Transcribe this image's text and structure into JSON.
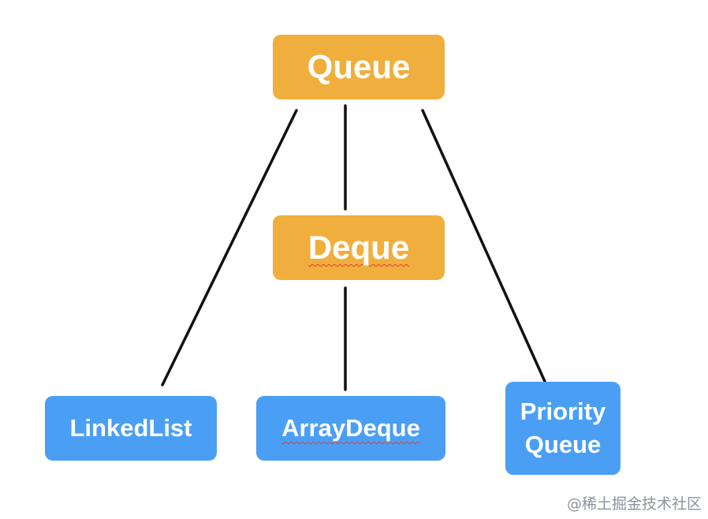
{
  "colors": {
    "interface": "#F0AF3D",
    "implementation": "#4A9FF5",
    "connector": "#111111",
    "text": "#FFFFFF"
  },
  "nodes": {
    "queue": {
      "label": "Queue",
      "kind": "interface"
    },
    "deque": {
      "label": "Deque",
      "kind": "interface"
    },
    "linkedlist": {
      "label": "LinkedList",
      "kind": "implementation"
    },
    "arraydeque": {
      "label": "ArrayDeque",
      "kind": "implementation"
    },
    "priorityqueue": {
      "label": "Priority\nQueue",
      "kind": "implementation"
    }
  },
  "edges": [
    {
      "from": "queue",
      "to": "linkedlist"
    },
    {
      "from": "queue",
      "to": "deque"
    },
    {
      "from": "queue",
      "to": "priorityqueue"
    },
    {
      "from": "deque",
      "to": "arraydeque"
    }
  ],
  "watermark": "@稀土掘金技术社区"
}
